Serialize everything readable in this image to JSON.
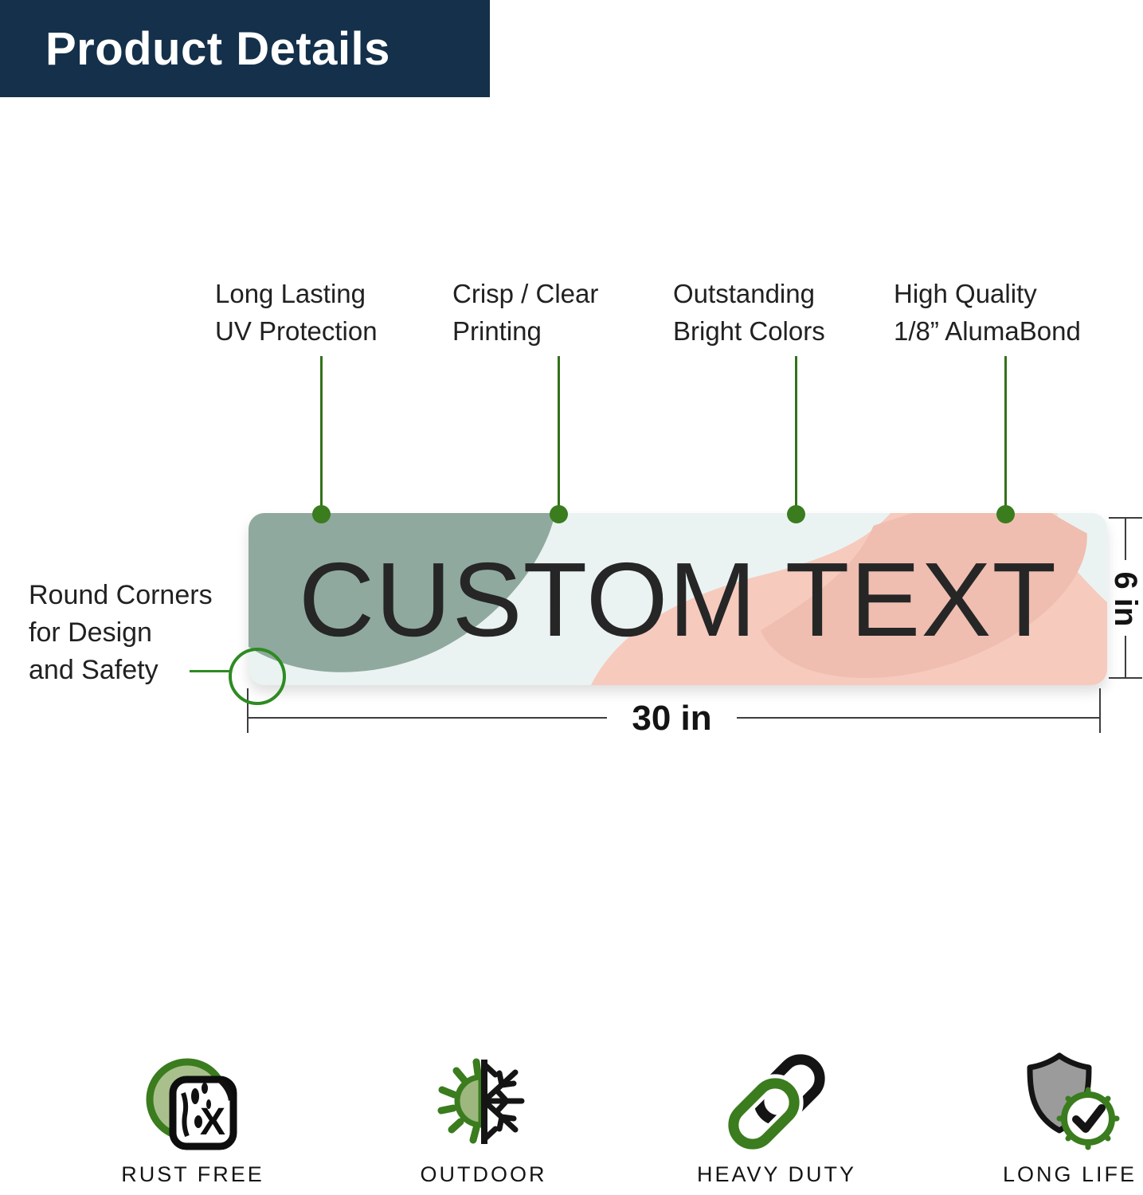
{
  "header": {
    "title": "Product Details"
  },
  "callouts": [
    {
      "line1": "Long Lasting",
      "line2": "UV Protection"
    },
    {
      "line1": "Crisp / Clear",
      "line2": "Printing"
    },
    {
      "line1": "Outstanding",
      "line2": "Bright Colors"
    },
    {
      "line1": "High Quality",
      "line2": "1/8” AlumaBond"
    }
  ],
  "corner_callout": {
    "line1": "Round Corners",
    "line2": "for Design",
    "line3": "and Safety"
  },
  "sign": {
    "text": "CUSTOM TEXT",
    "width_label": "30 in",
    "height_label": "6 in"
  },
  "features": [
    {
      "label": "RUST FREE",
      "icon": "rust-free-icon"
    },
    {
      "label": "OUTDOOR",
      "icon": "outdoor-icon"
    },
    {
      "label": "HEAVY DUTY",
      "icon": "heavy-duty-icon"
    },
    {
      "label": "LONG LIFE",
      "icon": "long-life-icon"
    }
  ],
  "colors": {
    "navy": "#14304a",
    "green": "#3a7c1e",
    "circle_green": "#2e8b22",
    "sage": "#8fa99e",
    "mint": "#eaf3f1",
    "pink": "#f7cabe",
    "pink_dark": "#efbeb0",
    "beige": "#eae0d0",
    "shield_gray": "#9b9b9b",
    "sign_text": "#262626"
  }
}
